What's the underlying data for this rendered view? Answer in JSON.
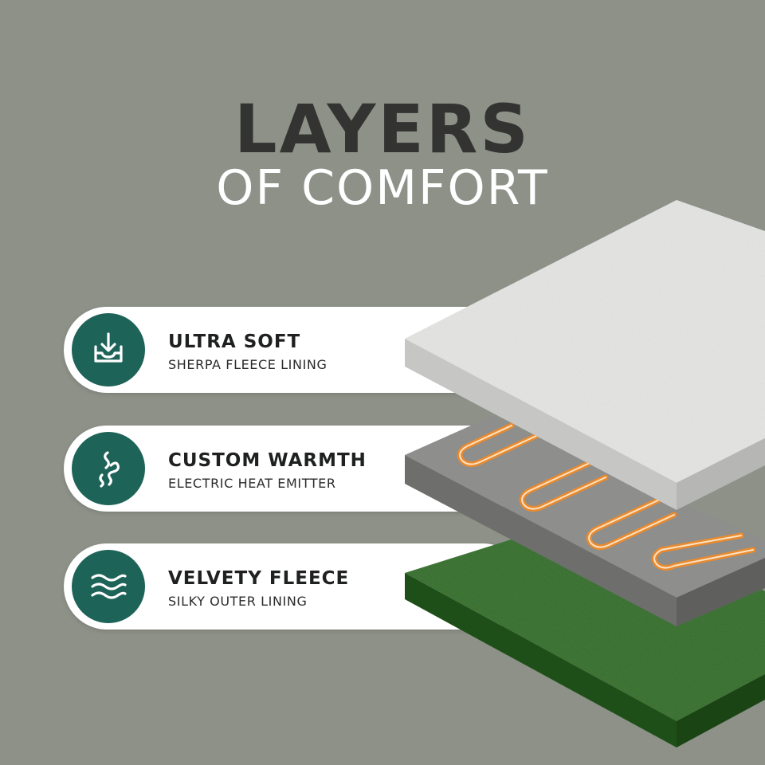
{
  "title": {
    "line1": "LAYERS",
    "line2": "OF COMFORT"
  },
  "features": [
    {
      "heading": "ULTRA SOFT",
      "subheading": "SHERPA FLEECE LINING",
      "icon": "download-tray-icon"
    },
    {
      "heading": "CUSTOM WARMTH",
      "subheading": "ELECTRIC HEAT EMITTER",
      "icon": "heat-waves-icon"
    },
    {
      "heading": "VELVETY FLEECE",
      "subheading": "SILKY OUTER LINING",
      "icon": "wavy-lines-icon"
    }
  ],
  "colors": {
    "background": "#8d9188",
    "title_dark": "#333432",
    "title_light": "#ffffff",
    "icon_circle": "#1e6358",
    "sherpa_layer": "#e4e5e3",
    "heater_layer": "#8e8f8d",
    "heater_wire": "#e98a2e",
    "fleece_layer": "#2f6e24"
  }
}
